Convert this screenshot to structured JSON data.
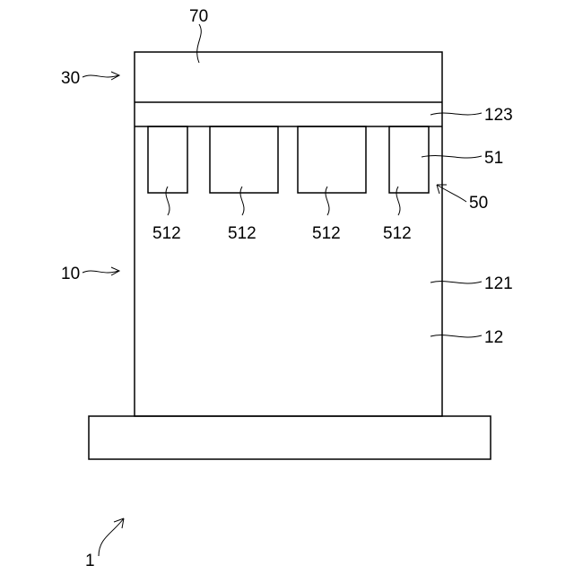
{
  "labels": {
    "l70": "70",
    "l30": "30",
    "l123": "123",
    "l51": "51",
    "l50": "50",
    "l512": "512",
    "l10": "10",
    "l121": "121",
    "l12": "12",
    "l1": "1"
  }
}
